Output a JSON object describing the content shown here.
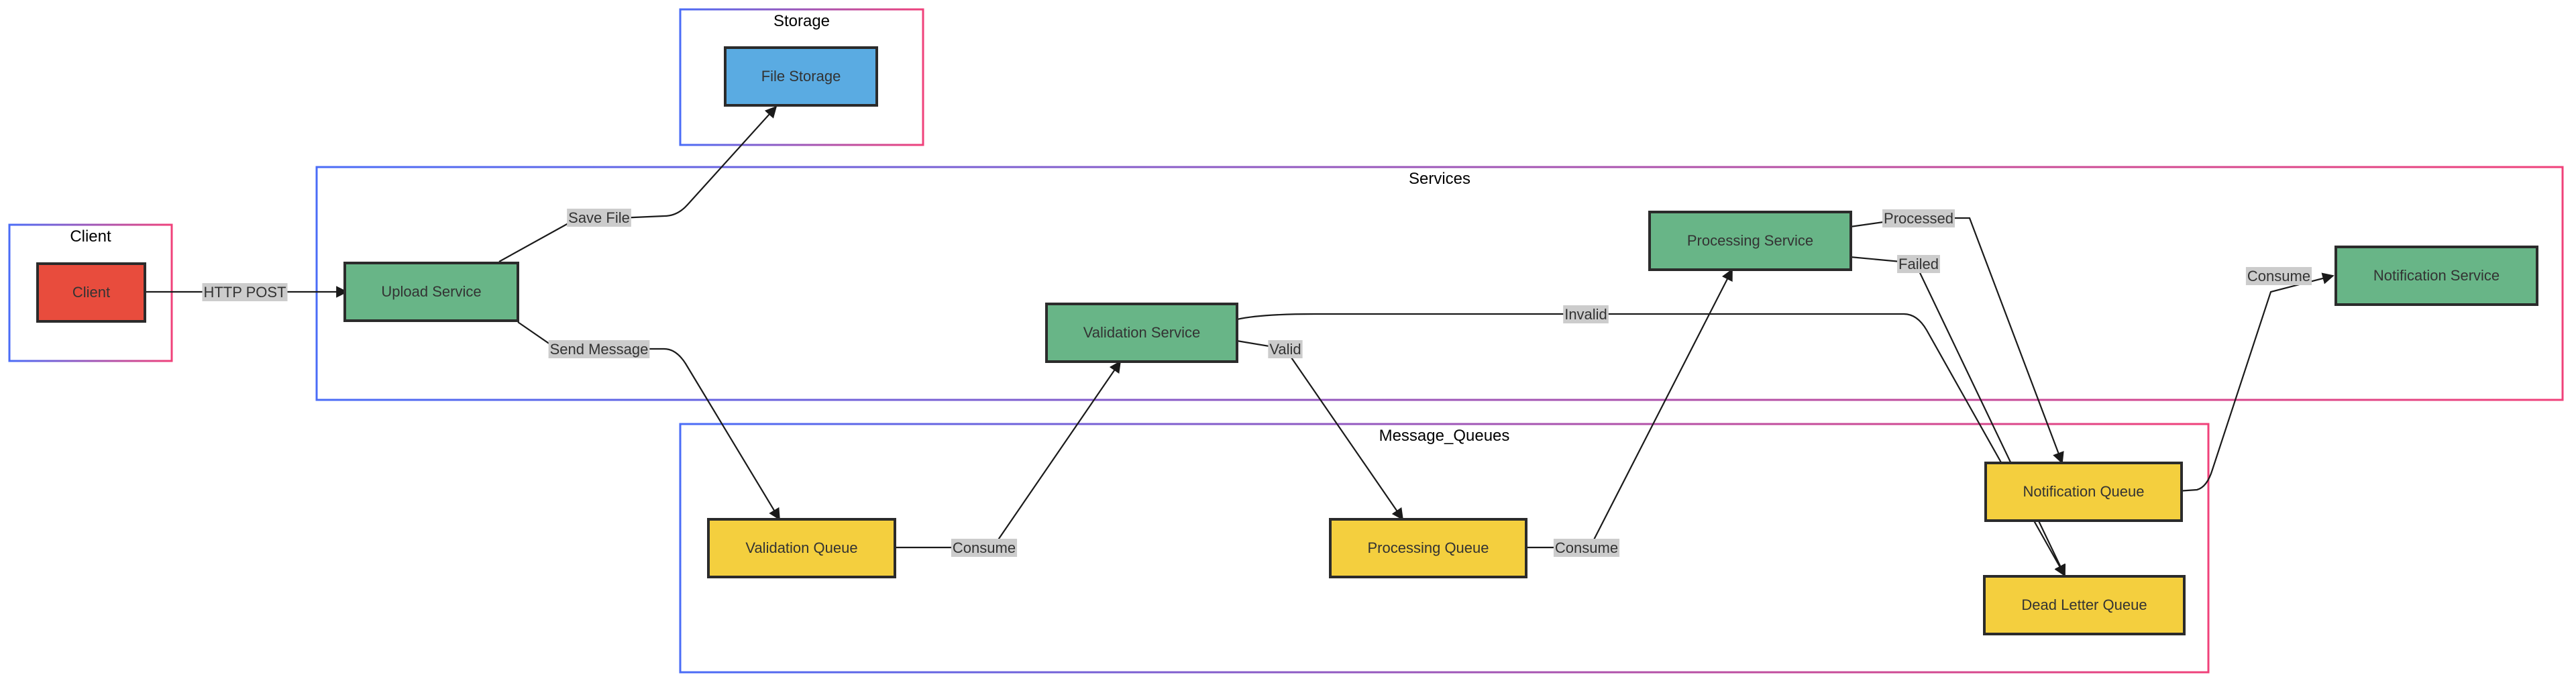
{
  "colors": {
    "client": "#e84c3d",
    "service": "#68b587",
    "storage": "#5aabe2",
    "queue": "#f4cf3e",
    "label_bg": "#cccccc",
    "cluster_border_start": "#4a6cf7",
    "cluster_border_end": "#f0417a"
  },
  "clusters": {
    "client": "Client",
    "storage": "Storage",
    "services": "Services",
    "queues": "Message_Queues"
  },
  "nodes": {
    "client": "Client",
    "file_storage": "File Storage",
    "upload_service": "Upload Service",
    "validation_service": "Validation Service",
    "processing_service": "Processing Service",
    "notification_service": "Notification Service",
    "validation_queue": "Validation Queue",
    "processing_queue": "Processing Queue",
    "notification_queue": "Notification Queue",
    "dead_letter_queue": "Dead Letter Queue"
  },
  "edges": {
    "http_post": "HTTP POST",
    "save_file": "Save File",
    "send_message": "Send Message",
    "consume_validation": "Consume",
    "valid": "Valid",
    "invalid": "Invalid",
    "consume_processing": "Consume",
    "processed": "Processed",
    "failed": "Failed",
    "consume_notification": "Consume"
  }
}
